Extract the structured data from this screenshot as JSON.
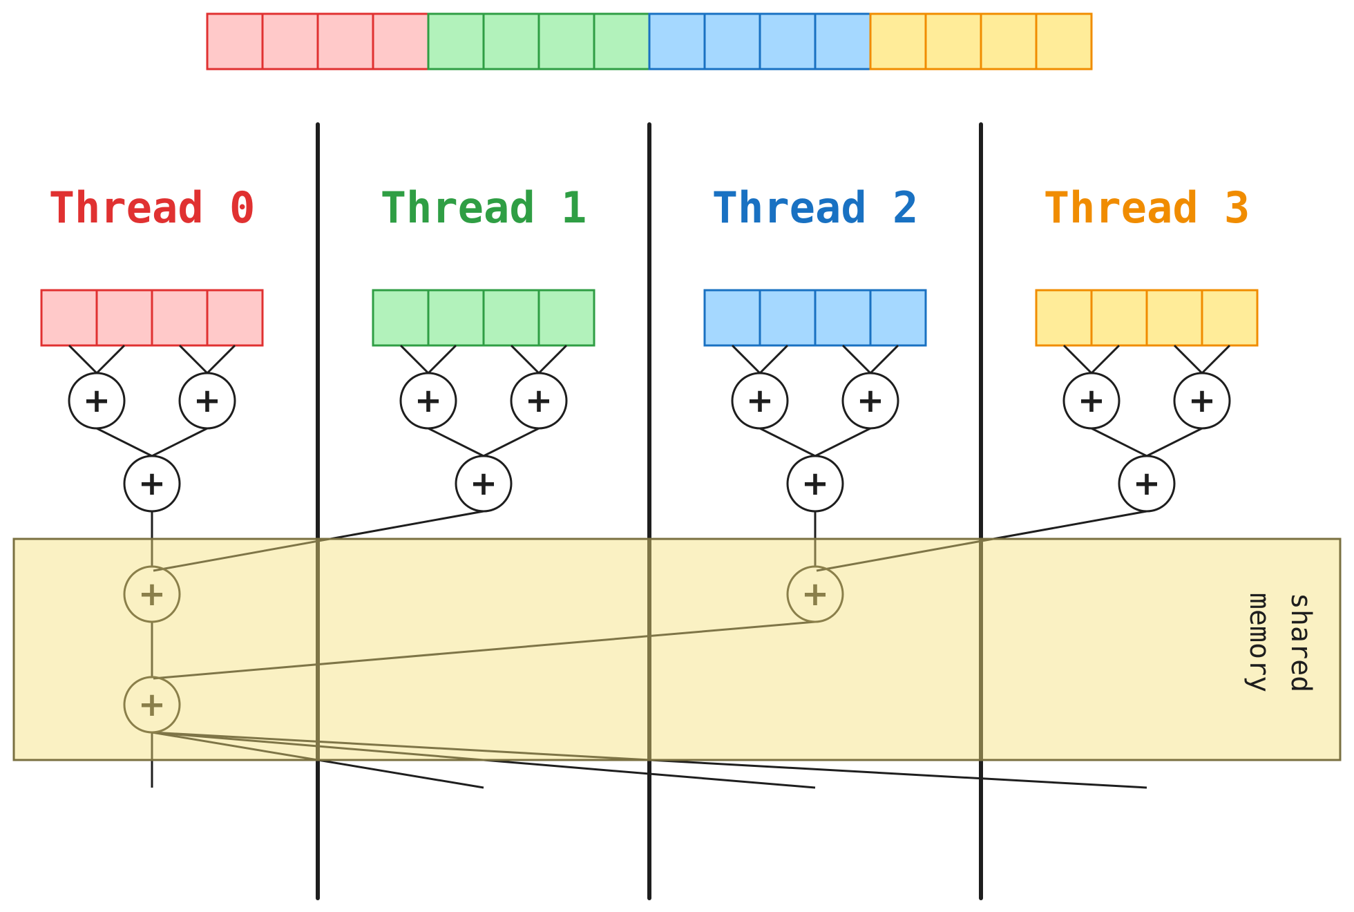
{
  "threads": [
    {
      "label": "Thread 0",
      "stroke": "#e03131",
      "fill": "#ffc9c9"
    },
    {
      "label": "Thread 1",
      "stroke": "#2f9e44",
      "fill": "#b2f2bb"
    },
    {
      "label": "Thread 2",
      "stroke": "#1971c2",
      "fill": "#a5d8ff"
    },
    {
      "label": "Thread 3",
      "stroke": "#f08c00",
      "fill": "#ffec99"
    }
  ],
  "cells_per_thread": 4,
  "shared_memory": {
    "label_lines": [
      "shared",
      "memory"
    ],
    "fill": "#f5e07a",
    "stroke": "#7a7040"
  },
  "operator_symbol": "+",
  "line_color": "#1e1e1e",
  "faded_color": "#8a7f4a"
}
